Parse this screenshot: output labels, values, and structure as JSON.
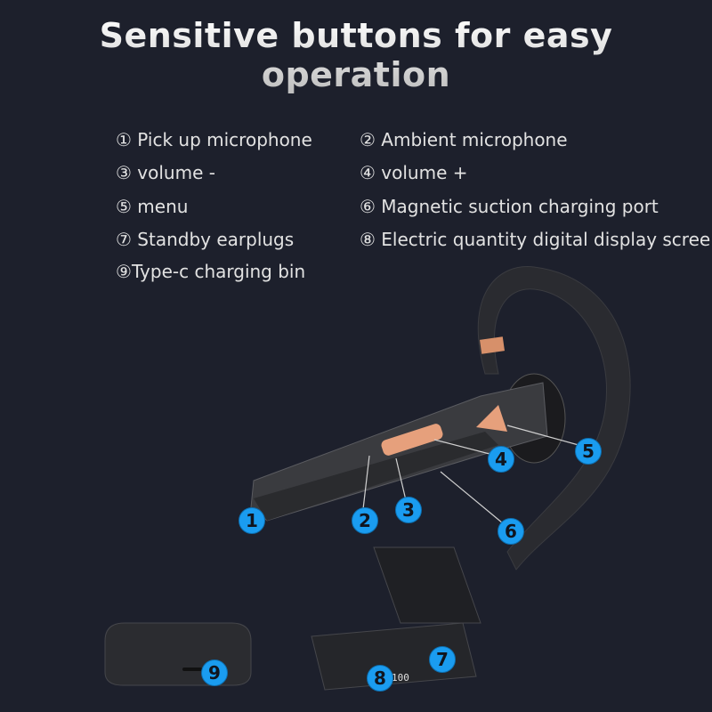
{
  "title": "Sensitive buttons for easy operation",
  "features": [
    {
      "num": "①",
      "label": "Pick up microphone"
    },
    {
      "num": "②",
      "label": "Ambient microphone"
    },
    {
      "num": "③",
      "label": "volume -"
    },
    {
      "num": "④",
      "label": "volume +"
    },
    {
      "num": "⑤",
      "label": "menu"
    },
    {
      "num": "⑥",
      "label": "Magnetic suction charging port"
    },
    {
      "num": "⑦",
      "label": "Standby earplugs"
    },
    {
      "num": "⑧",
      "label": "Electric quantity digital display screen"
    },
    {
      "num": "⑨",
      "label": "Type-c charging bin"
    }
  ],
  "badges": [
    "1",
    "2",
    "3",
    "4",
    "5",
    "6",
    "7",
    "8",
    "9"
  ],
  "display_reading": "100",
  "colors": {
    "background": "#1d202c",
    "badge": "#1a9cf0",
    "accent": "#e8a07a"
  }
}
